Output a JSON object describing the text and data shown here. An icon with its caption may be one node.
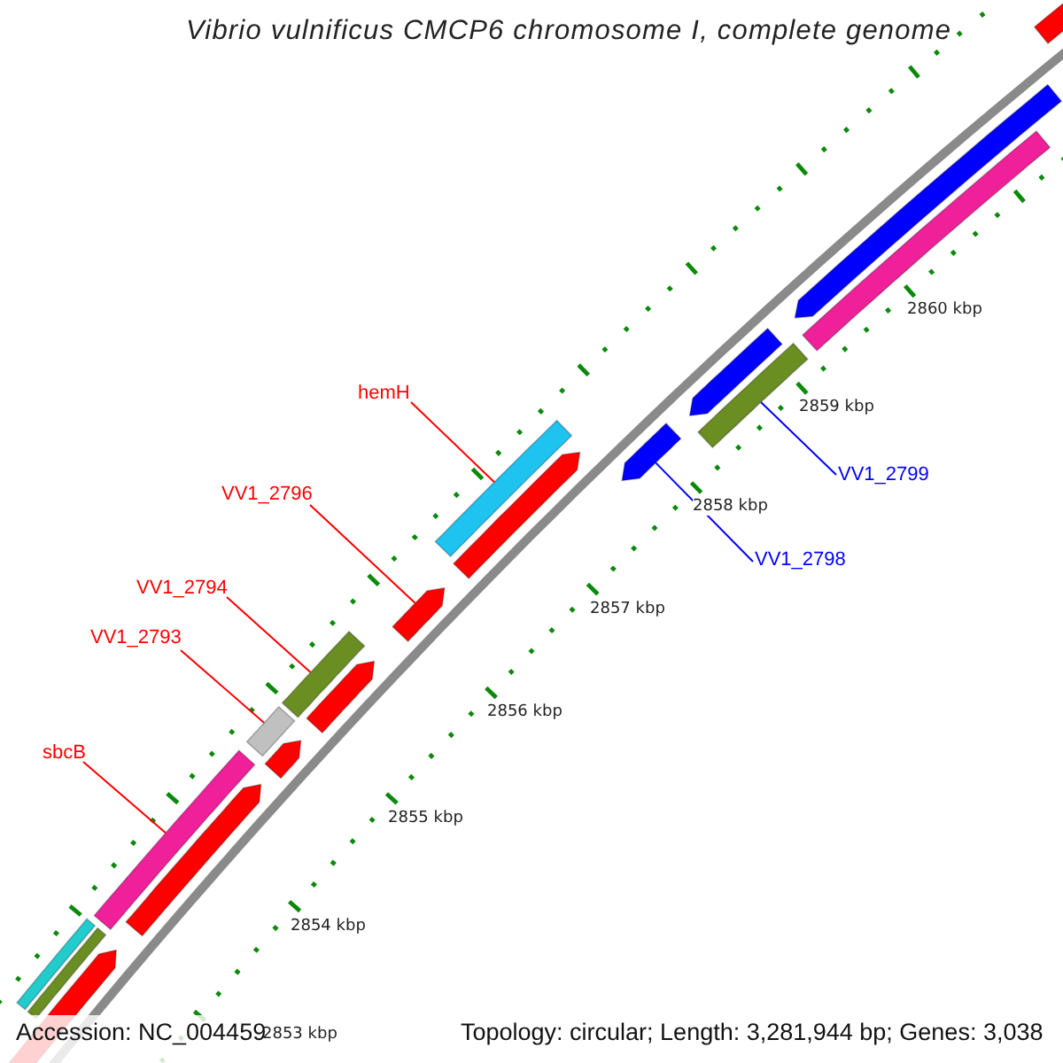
{
  "diagram": {
    "title": "Vibrio vulnificus CMCP6 chromosome I, complete genome",
    "nodes": [
      {
        "text": [
          "hemH"
        ]
      },
      {
        "text": [
          "VV1_2799"
        ]
      },
      {
        "text": [
          "VV1_2796"
        ]
      },
      {
        "text": [
          "VV1_2798"
        ]
      },
      {
        "text": [
          "VV1_2794"
        ]
      },
      {
        "text": [
          "VV1_2793"
        ]
      },
      {
        "text": [
          "sbcB"
        ]
      },
      {
        "text": [],
        "shape": "box"
      },
      {
        "text": [],
        "shape": "box"
      },
      {
        "text": [],
        "shape": "pentagon"
      },
      {
        "text": [],
        "shape": "pentagon"
      },
      {
        "text": [],
        "shape": "box"
      },
      {
        "text": [],
        "shape": "box"
      },
      {
        "text": [],
        "shape": "box"
      },
      {
        "text": [],
        "shape": "box"
      },
      {
        "text": [],
        "shape": "box"
      },
      {
        "text": [],
        "shape": "pentagon"
      },
      {
        "text": [],
        "shape": "pentagon"
      },
      {
        "text": [],
        "shape": "pentagon"
      },
      {
        "text": [],
        "shape": "pentagon"
      },
      {
        "text": [],
        "shape": "pentagon"
      },
      {
        "text": [],
        "shape": "pentagon"
      },
      {
        "text": [],
        "shape": "pentagon"
      },
      {
        "text": [],
        "shape": "box"
      },
      {
        "text": [],
        "shape": "pentagon"
      }
    ],
    "edges": [
      {
        "from": 0,
        "to": 7,
        "arrow": "none"
      },
      {
        "from": 1,
        "to": 8,
        "arrow": "none",
        "color": "#0000ff"
      },
      {
        "from": 2,
        "to": 9,
        "arrow": "none"
      },
      {
        "from": 3,
        "to": 10,
        "arrow": "none",
        "color": "#0000ff"
      },
      {
        "from": 4,
        "to": 11,
        "arrow": "none"
      },
      {
        "from": 5,
        "to": 12,
        "arrow": "none"
      },
      {
        "from": 6,
        "to": 13,
        "arrow": "none"
      }
    ],
    "labels": [
      "2860 kbp",
      "2859 kbp",
      "2858 kbp",
      "2857 kbp",
      "2856 kbp",
      "2855 kbp",
      "2854 kbp",
      "2853 kbp",
      "Accession: NC_004459",
      "Topology: circular; Length: 3,281,944 bp; Genes: 3,038"
    ]
  }
}
